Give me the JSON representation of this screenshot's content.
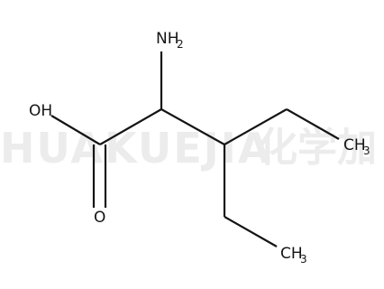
{
  "watermark": {
    "latin": "HUAKUEJIA",
    "chinese": "化学加"
  },
  "molecule": {
    "atoms": {
      "amine_main": "NH",
      "amine_sub": "2",
      "hydroxyl": "OH",
      "carbonyl_oxygen": "O",
      "methyl_upper_main": "CH",
      "methyl_upper_sub": "3",
      "methyl_lower_main": "CH",
      "methyl_lower_sub": "3"
    }
  }
}
